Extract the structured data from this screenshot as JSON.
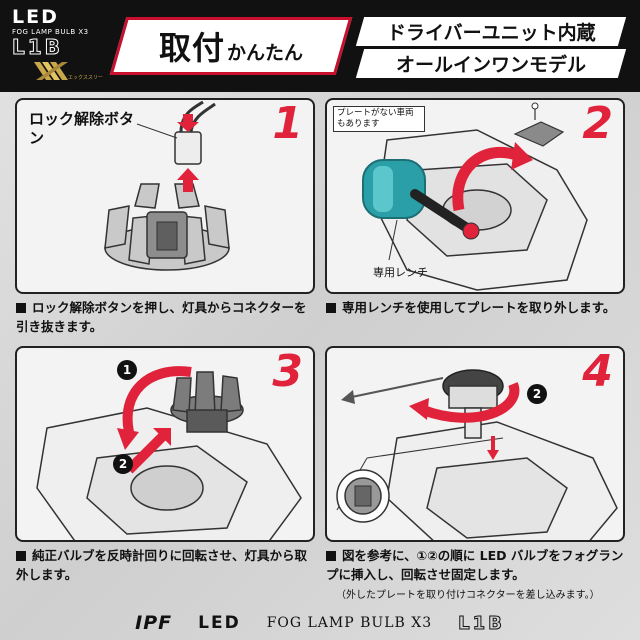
{
  "brand": {
    "led": "LED",
    "product_line": "FOG LAMP BULB X3",
    "model": "L1B",
    "x3_caption": "エックススリー"
  },
  "title": {
    "main": "取付",
    "suffix": "かんたん",
    "sub_line_1": "ドライバーユニット内蔵",
    "sub_line_2": "オールインワンモデル"
  },
  "steps": [
    {
      "number": "1",
      "callout": "ロック解除ボタン",
      "caption": "ロック解除ボタンを押し、灯具からコネクターを引き抜きます。"
    },
    {
      "number": "2",
      "note": "プレートがない車両もあります",
      "tool_label": "専用レンチ",
      "caption": "専用レンチを使用してプレートを取り外します。"
    },
    {
      "number": "3",
      "markers": [
        "1",
        "2"
      ],
      "caption": "純正バルブを反時計回りに回転させ、灯具から取外します。"
    },
    {
      "number": "4",
      "markers": [
        "2"
      ],
      "caption": "図を参考に、①②の順に LED バルブをフォグランプに挿入し、回転させ固定します。",
      "note": "（外したプレートを取り付けコネクターを差し込みます。）"
    }
  ],
  "footer": {
    "brand": "IPF",
    "led": "LED",
    "product": "FOG LAMP BULB X3",
    "model": "L1B"
  },
  "colors": {
    "accent_red": "#e0233b",
    "border_red": "#c8102e",
    "wrench_teal": "#2a9fa8",
    "dark": "#111111"
  },
  "icons": [
    "arrow-icon",
    "wrench-icon",
    "bulb-icon",
    "screw-icon"
  ]
}
